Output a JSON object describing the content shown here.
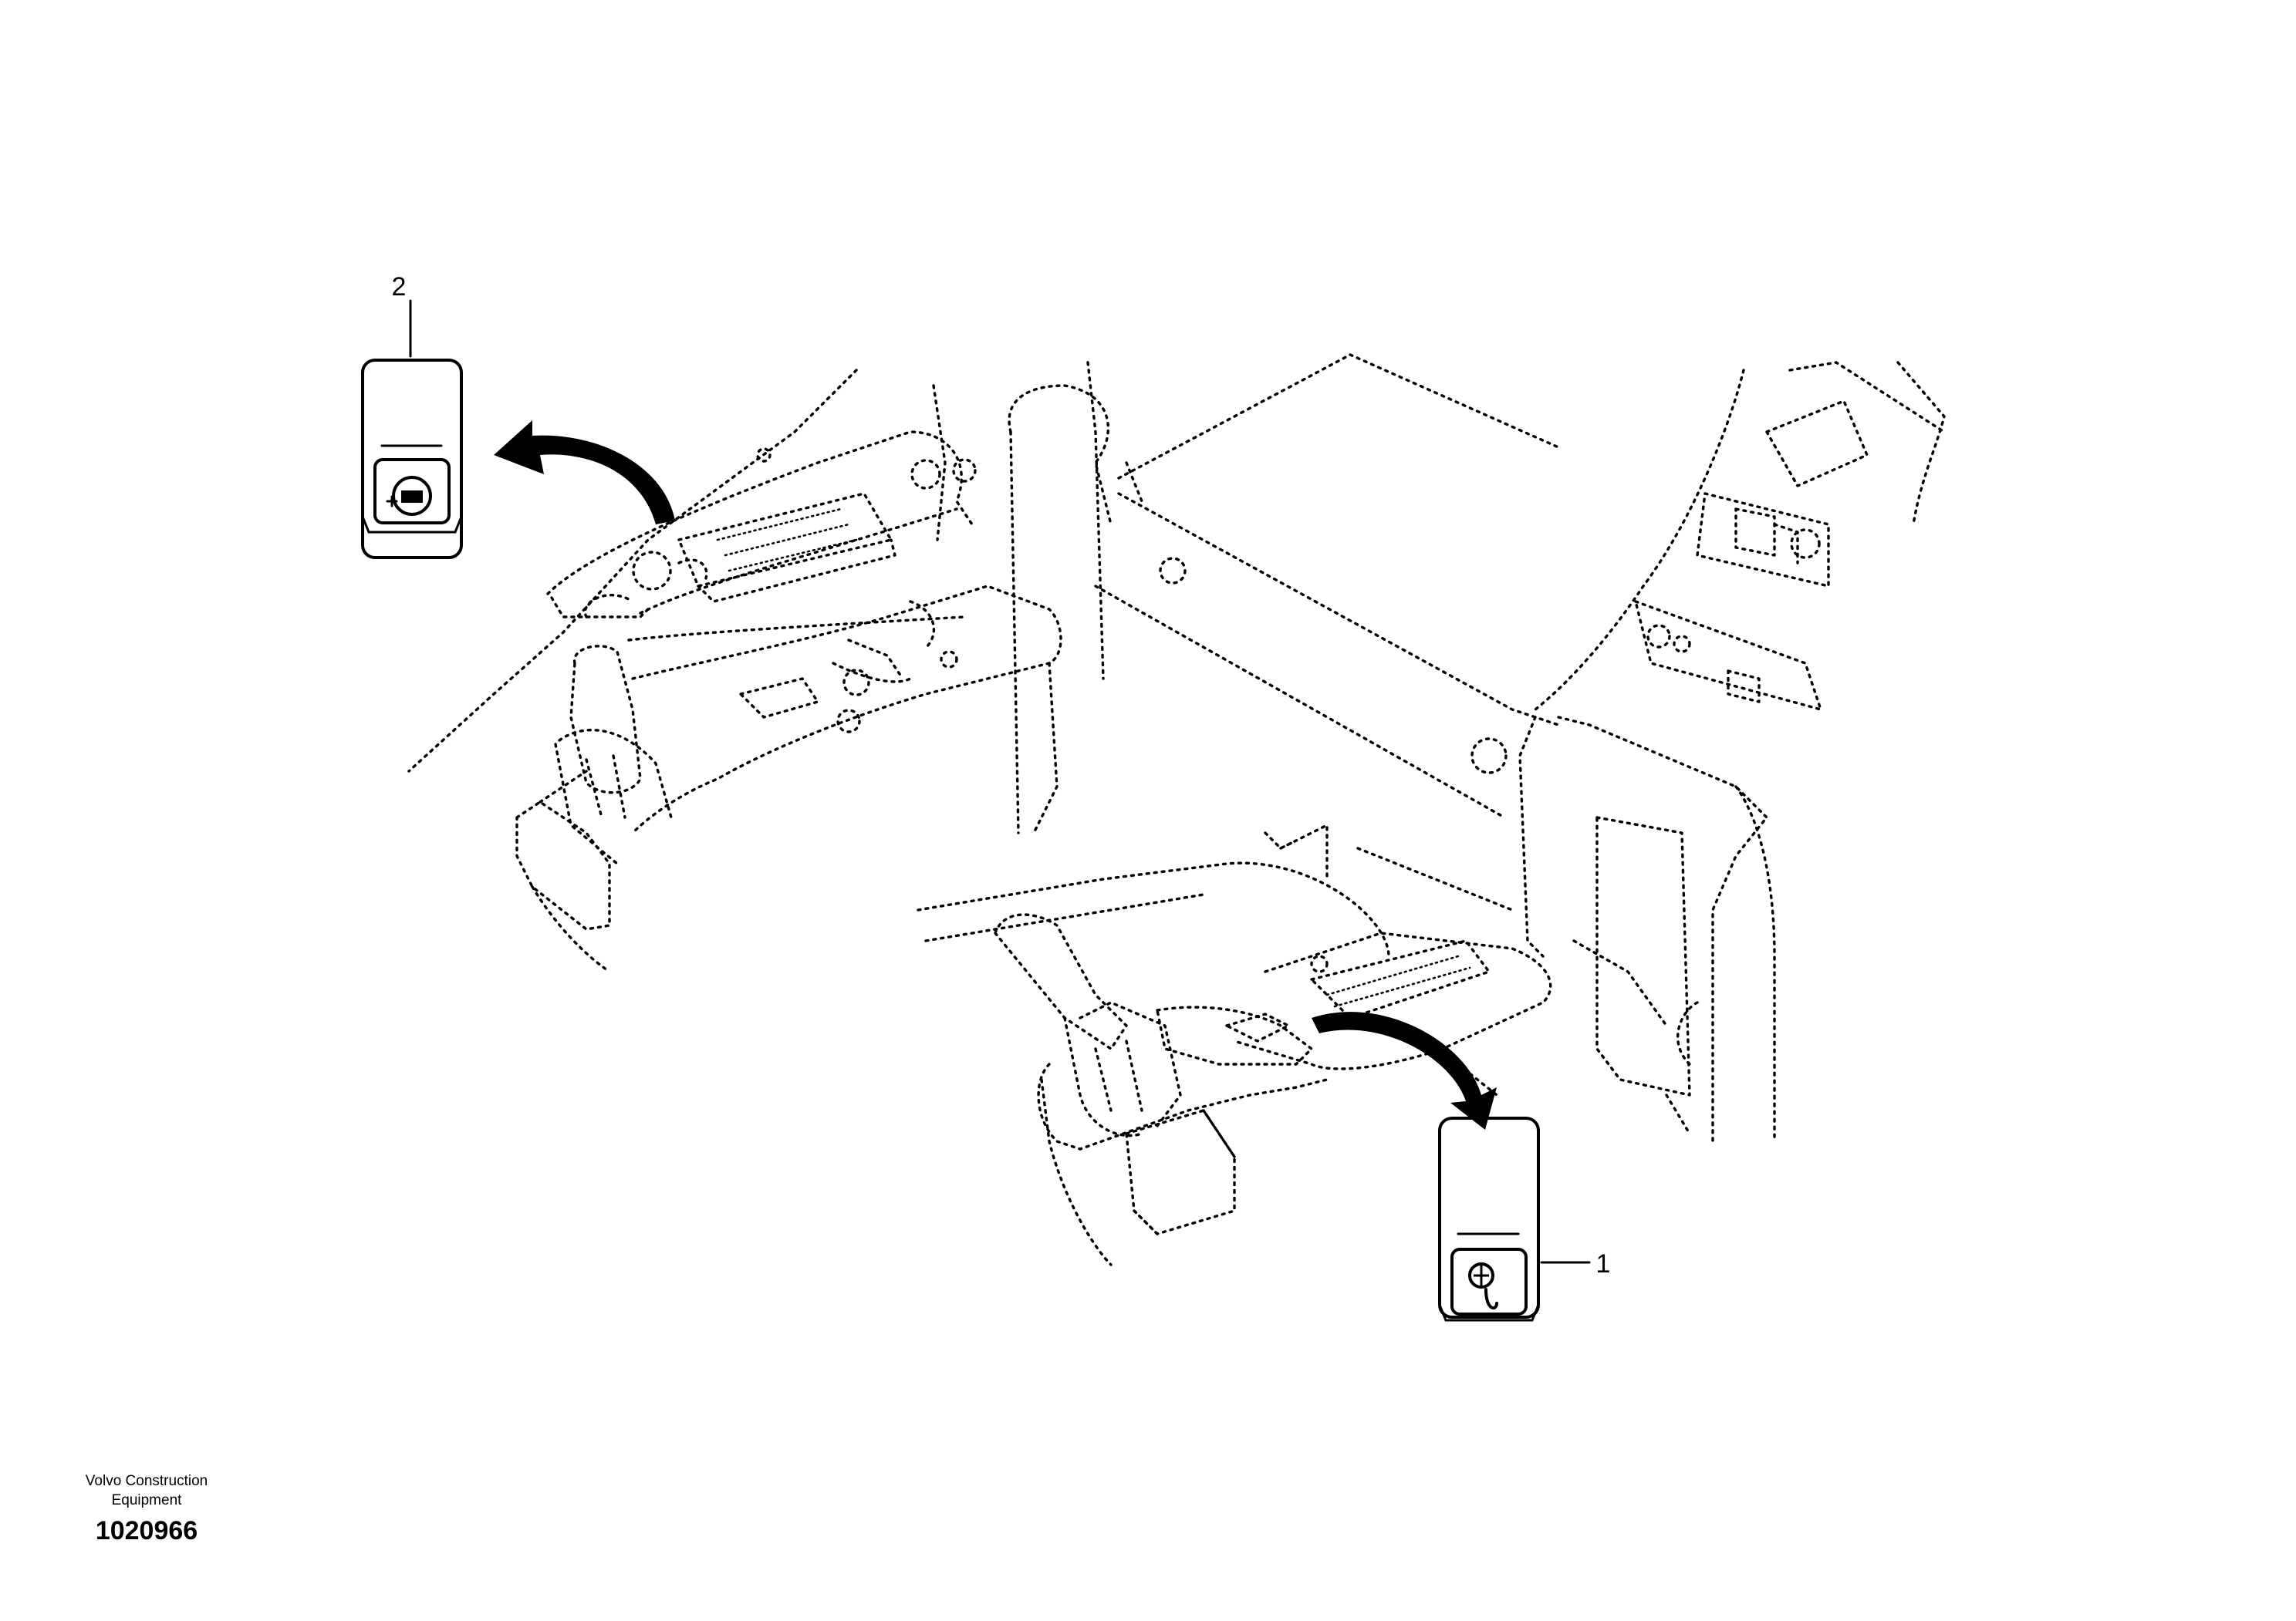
{
  "callouts": [
    {
      "number": "2",
      "label_for": "panel-switch-upper"
    },
    {
      "number": "1",
      "label_for": "panel-switch-lower"
    }
  ],
  "footer": {
    "manufacturer_line1": "Volvo Construction",
    "manufacturer_line2": "Equipment",
    "drawing_number": "1020966"
  },
  "icons": [
    "engine-switch-icon",
    "hook-switch-icon"
  ]
}
